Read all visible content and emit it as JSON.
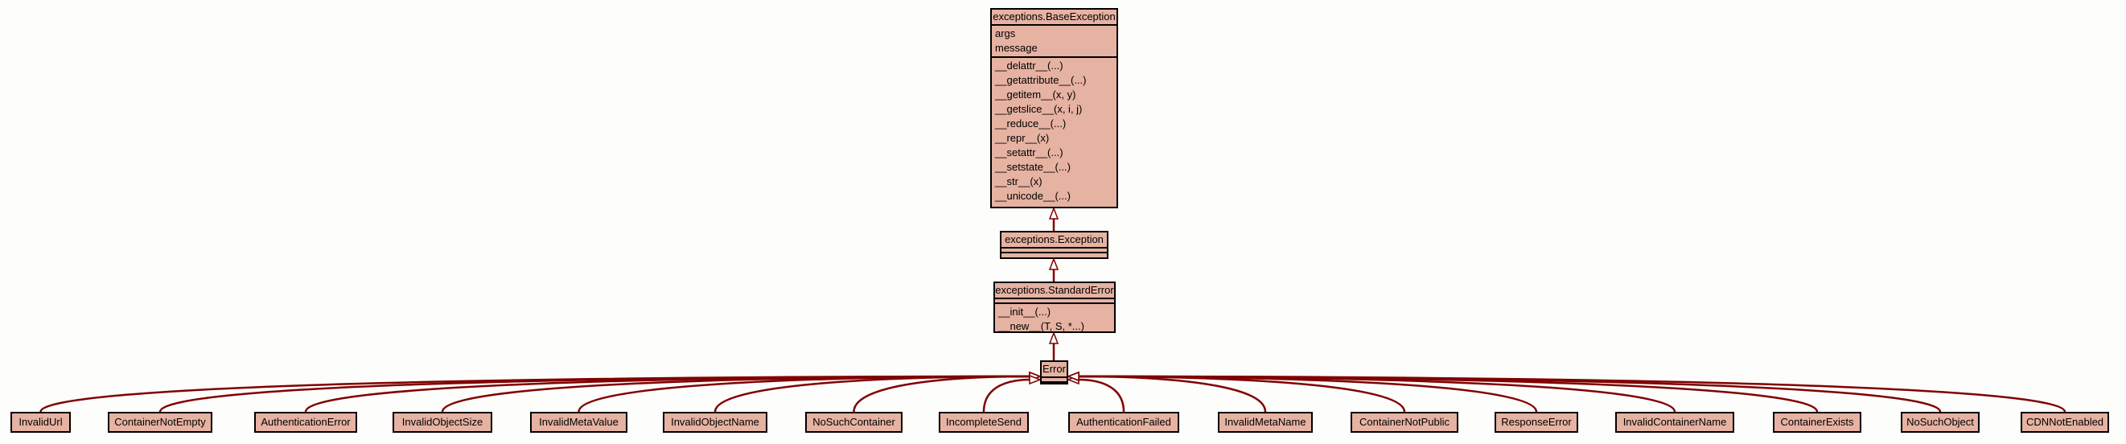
{
  "colors": {
    "edge": "#800000",
    "box_fill": "#e6b2a2",
    "box_border": "#000000",
    "background": "#fdfefb"
  },
  "diagram": {
    "base_exception": {
      "title": "exceptions.BaseException",
      "attributes": [
        "args",
        "message"
      ],
      "methods": [
        "__delattr__(...)",
        "__getattribute__(...)",
        "__getitem__(x, y)",
        "__getslice__(x, i, j)",
        "__reduce__(...)",
        "__repr__(x)",
        "__setattr__(...)",
        "__setstate__(...)",
        "__str__(x)",
        "__unicode__(...)"
      ]
    },
    "exception": {
      "title": "exceptions.Exception"
    },
    "standard_error": {
      "title": "exceptions.StandardError",
      "methods": [
        "__init__(...)",
        "__new__(T, S, *...)"
      ]
    },
    "error": {
      "title": "Error"
    },
    "subclasses": [
      "InvalidUrl",
      "ContainerNotEmpty",
      "AuthenticationError",
      "InvalidObjectSize",
      "InvalidMetaValue",
      "InvalidObjectName",
      "NoSuchContainer",
      "IncompleteSend",
      "AuthenticationFailed",
      "InvalidMetaName",
      "ContainerNotPublic",
      "ResponseError",
      "InvalidContainerName",
      "ContainerExists",
      "NoSuchObject",
      "CDNNotEnabled"
    ]
  }
}
